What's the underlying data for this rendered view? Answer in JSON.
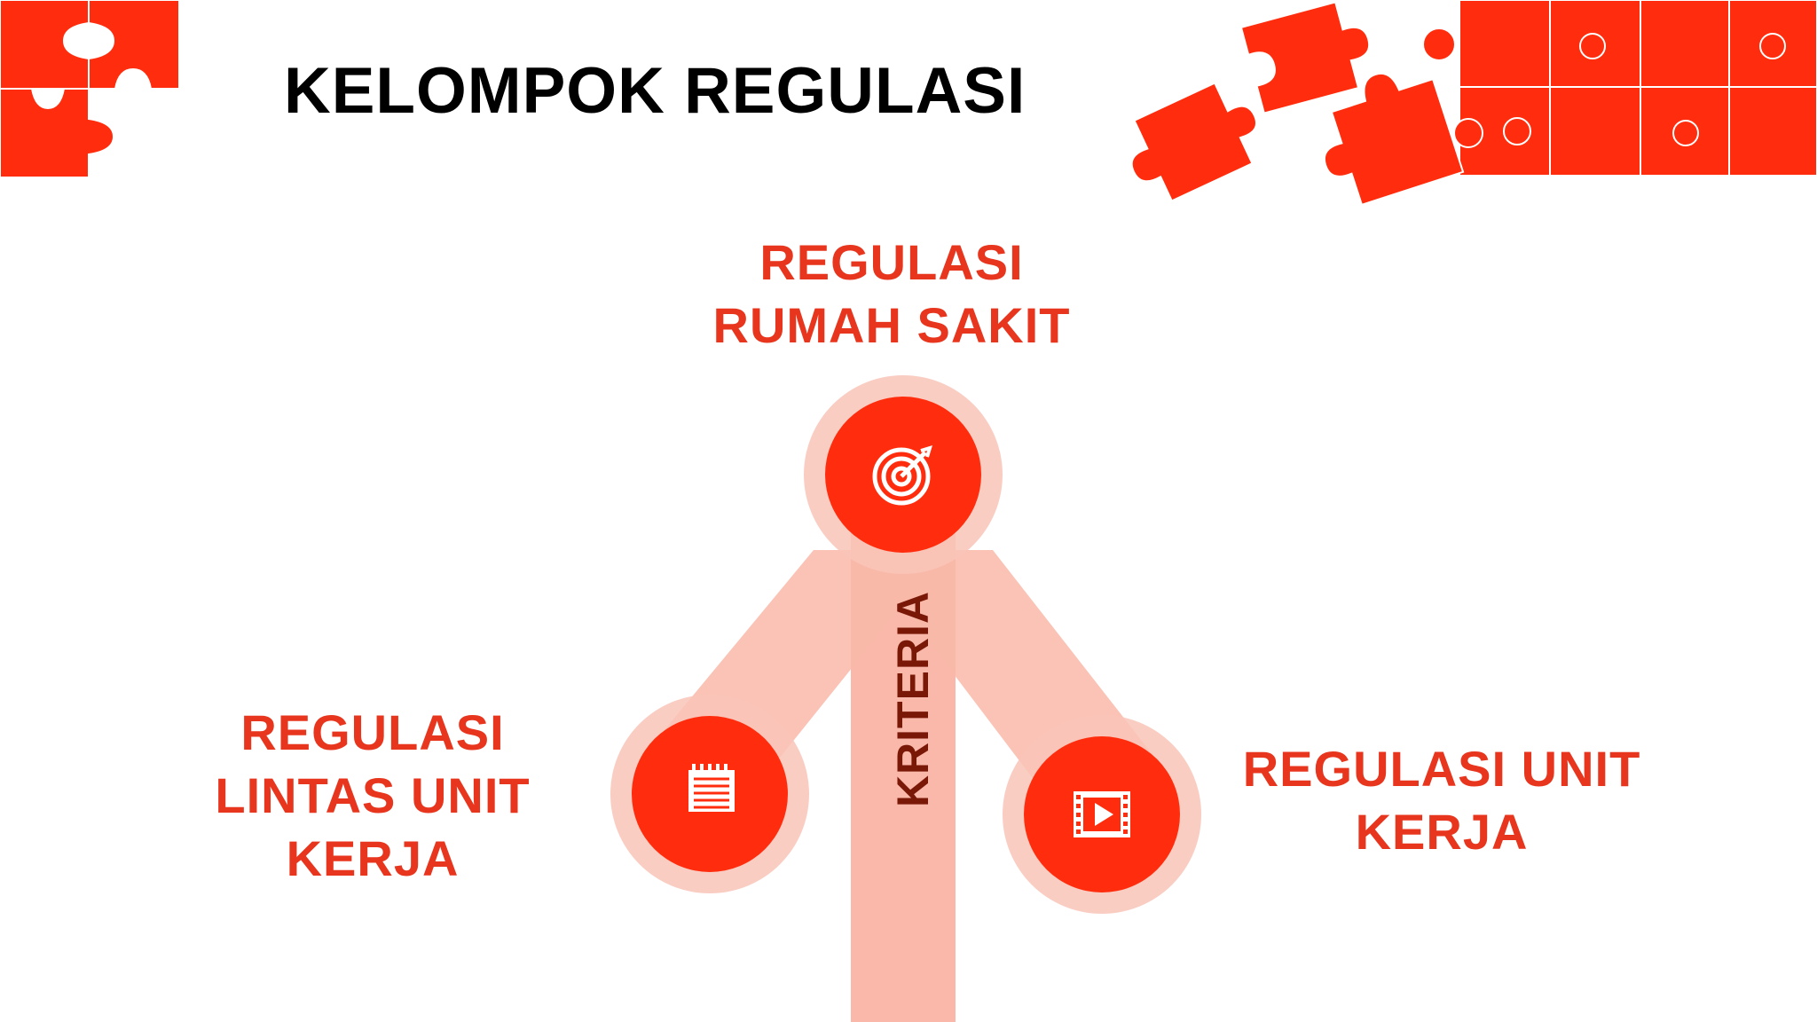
{
  "title": "KELOMPOK REGULASI",
  "nodes": {
    "top": {
      "line1": "REGULASI",
      "line2": "RUMAH SAKIT",
      "icon": "target-icon"
    },
    "left": {
      "line1": "REGULASI",
      "line2": "LINTAS UNIT",
      "line3": "KERJA",
      "icon": "notepad-icon"
    },
    "right": {
      "line1": "REGULASI UNIT",
      "line2": "KERJA",
      "icon": "video-play-icon"
    }
  },
  "arrow_label": "KRITERIA",
  "colors": {
    "accent": "#FF2D0D",
    "label": "#E8361E",
    "arrow": "#F9B8A9",
    "halo": "#F9C4B8",
    "arrow_text": "#7A1808",
    "title": "#000000"
  }
}
